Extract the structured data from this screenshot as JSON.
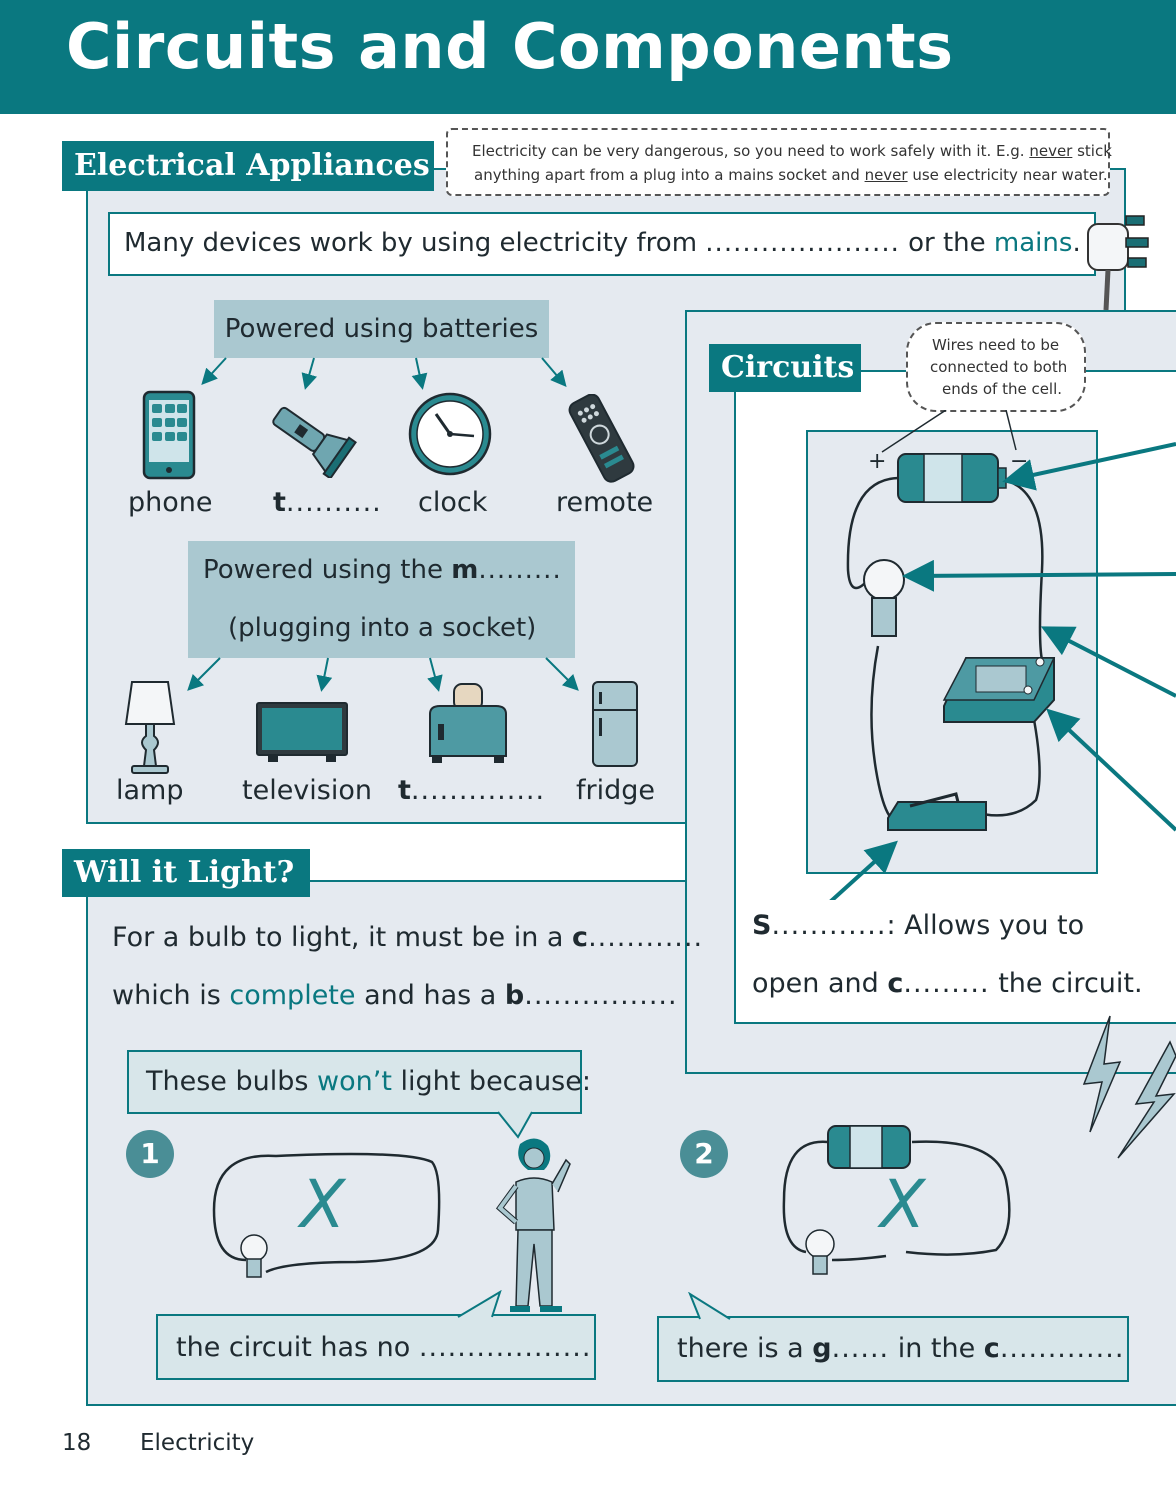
{
  "page": {
    "title": "Circuits and Components",
    "page_number": "18",
    "section": "Electricity"
  },
  "appliances": {
    "heading": "Electrical Appliances",
    "safety_note": {
      "line1_a": "Electricity can be very dangerous, so you need to work safely with it.  E.g. ",
      "never1": "never",
      "line1_b": " stick",
      "line2_a": "anything apart from a plug into a mains socket and ",
      "never2": "never",
      "line2_b": " use electricity near water."
    },
    "intro_a": "Many devices work by using electricity from ",
    "intro_blank": ".....................",
    "intro_b": " or the ",
    "intro_mains": "mains",
    "intro_end": ".",
    "batteries_label": "Powered using batteries",
    "battery_items": [
      {
        "label": "phone",
        "bold": "",
        "dots": ""
      },
      {
        "label": "",
        "bold": "t",
        "dots": ".........."
      },
      {
        "label": "clock",
        "bold": "",
        "dots": ""
      },
      {
        "label": "remote",
        "bold": "",
        "dots": ""
      }
    ],
    "mains_label_a": "Powered using the ",
    "mains_label_bold": "m",
    "mains_label_dots": ".........",
    "mains_label_line2": "(plugging into a socket)",
    "mains_items": [
      {
        "label": "lamp",
        "bold": "",
        "dots": ""
      },
      {
        "label": "television",
        "bold": "",
        "dots": ""
      },
      {
        "label": "",
        "bold": "t",
        "dots": ".............."
      },
      {
        "label": "fridge",
        "bold": "",
        "dots": ""
      }
    ]
  },
  "circuits": {
    "heading": "Circuits",
    "note": [
      "Wires need to be",
      "connected to both",
      "ends of the cell."
    ],
    "plus": "+",
    "minus": "−",
    "switch_bold": "S",
    "switch_dots": "............",
    "switch_a": ": Allows you to",
    "switch_b1": "open and ",
    "switch_bold2": "c",
    "switch_dots2": ".........",
    "switch_b2": " the circuit."
  },
  "light": {
    "heading": "Will it Light?",
    "line1_a": "For a bulb to light, it must be in a ",
    "line1_bold": "c",
    "line1_dots": "............",
    "line2_a": "which is ",
    "line2_teal": "complete",
    "line2_b": " and has a ",
    "line2_bold": "b",
    "line2_dots": "...............",
    "line2_end": ".",
    "speech_a": "These bulbs ",
    "speech_teal": "won’t",
    "speech_b": " light because:",
    "badge1": "1",
    "badge2": "2",
    "mark": "X",
    "answer1_a": "the circuit has no ",
    "answer1_dots": ".................",
    "answer1_end": ".",
    "answer2_a": "there is a ",
    "answer2_bold": "g",
    "answer2_dots": "......",
    "answer2_b": " in the ",
    "answer2_bold2": "c",
    "answer2_dots2": "............",
    "answer2_end": "."
  },
  "colors": {
    "teal": "#0a7880",
    "panel": "#e5eaf0",
    "label_box": "#aac8d0"
  }
}
